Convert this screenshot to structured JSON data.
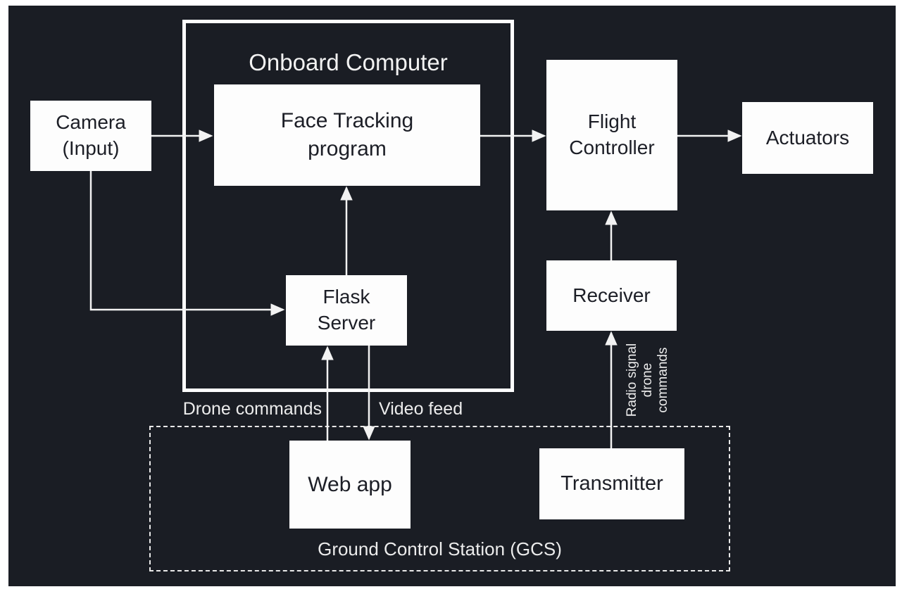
{
  "diagram": {
    "type": "system-architecture",
    "colors": {
      "page_bg": "#ffffff",
      "canvas_bg": "#1a1d24",
      "node_fill": "#fdfdfd",
      "node_text": "#1c1e26",
      "line": "#f2f2f2",
      "label_text": "#ececec"
    },
    "containers": {
      "onboard_computer": {
        "title": "Onboard Computer"
      },
      "ground_control_station": {
        "title": "Ground Control Station (GCS)"
      }
    },
    "nodes": {
      "camera": {
        "label": "Camera\n(Input)"
      },
      "face_tracking": {
        "label": "Face Tracking\nprogram"
      },
      "flask_server": {
        "label": "Flask\nServer"
      },
      "flight_controller": {
        "label": "Flight\nController"
      },
      "actuators": {
        "label": "Actuators"
      },
      "receiver": {
        "label": "Receiver"
      },
      "transmitter": {
        "label": "Transmitter"
      },
      "web_app": {
        "label": "Web app"
      }
    },
    "edge_labels": {
      "drone_commands": "Drone commands",
      "video_feed": "Video feed",
      "radio_signal": "Radio signal\ndrone\ncommands"
    },
    "edges": [
      {
        "from": "camera",
        "to": "face_tracking"
      },
      {
        "from": "camera",
        "to": "flask_server"
      },
      {
        "from": "flask_server",
        "to": "face_tracking"
      },
      {
        "from": "face_tracking",
        "to": "flight_controller"
      },
      {
        "from": "flight_controller",
        "to": "actuators"
      },
      {
        "from": "receiver",
        "to": "flight_controller"
      },
      {
        "from": "transmitter",
        "to": "receiver",
        "label": "Radio signal drone commands"
      },
      {
        "from": "web_app",
        "to": "flask_server",
        "label": "Drone commands"
      },
      {
        "from": "flask_server",
        "to": "web_app",
        "label": "Video feed"
      }
    ]
  }
}
